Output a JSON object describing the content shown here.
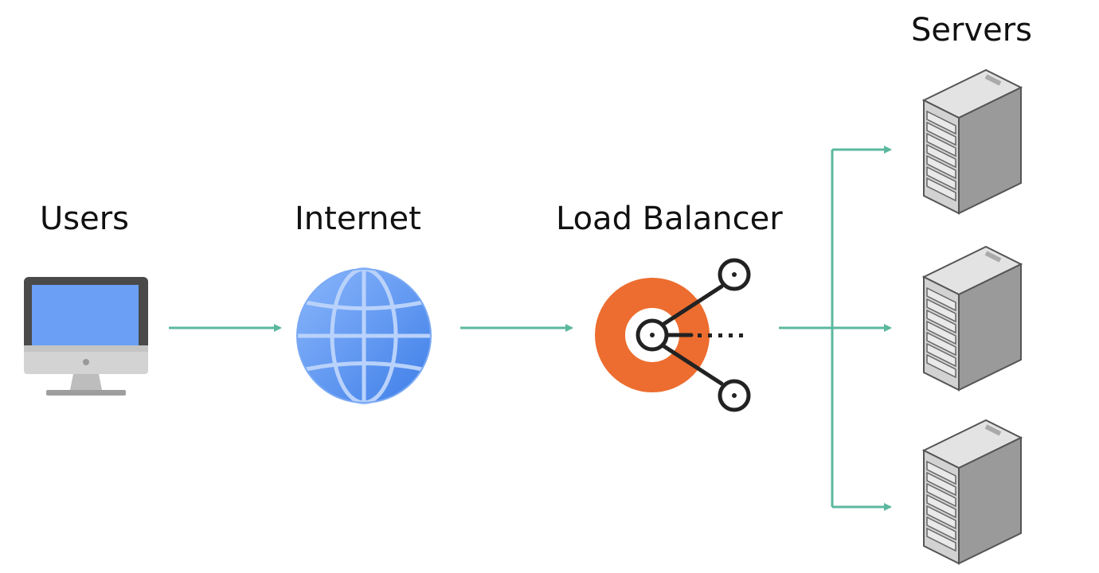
{
  "labels": {
    "users": "Users",
    "internet": "Internet",
    "load_balancer": "Load Balancer",
    "servers": "Servers"
  },
  "colors": {
    "arrow": "#5bb89f",
    "monitor_screen": "#6a9ff5",
    "monitor_frame": "#4a4a4a",
    "monitor_chin": "#cfcfcf",
    "globe": "#5a93ef",
    "globe_lines": "#a9c8fb",
    "lb_ring": "#ec6d2f",
    "lb_lines": "#222222",
    "server_body": "#c9c9c9",
    "server_dark": "#8e8e8e"
  },
  "icons": [
    "desktop-monitor-icon",
    "globe-icon",
    "load-balancer-icon",
    "server-rack-icon"
  ]
}
